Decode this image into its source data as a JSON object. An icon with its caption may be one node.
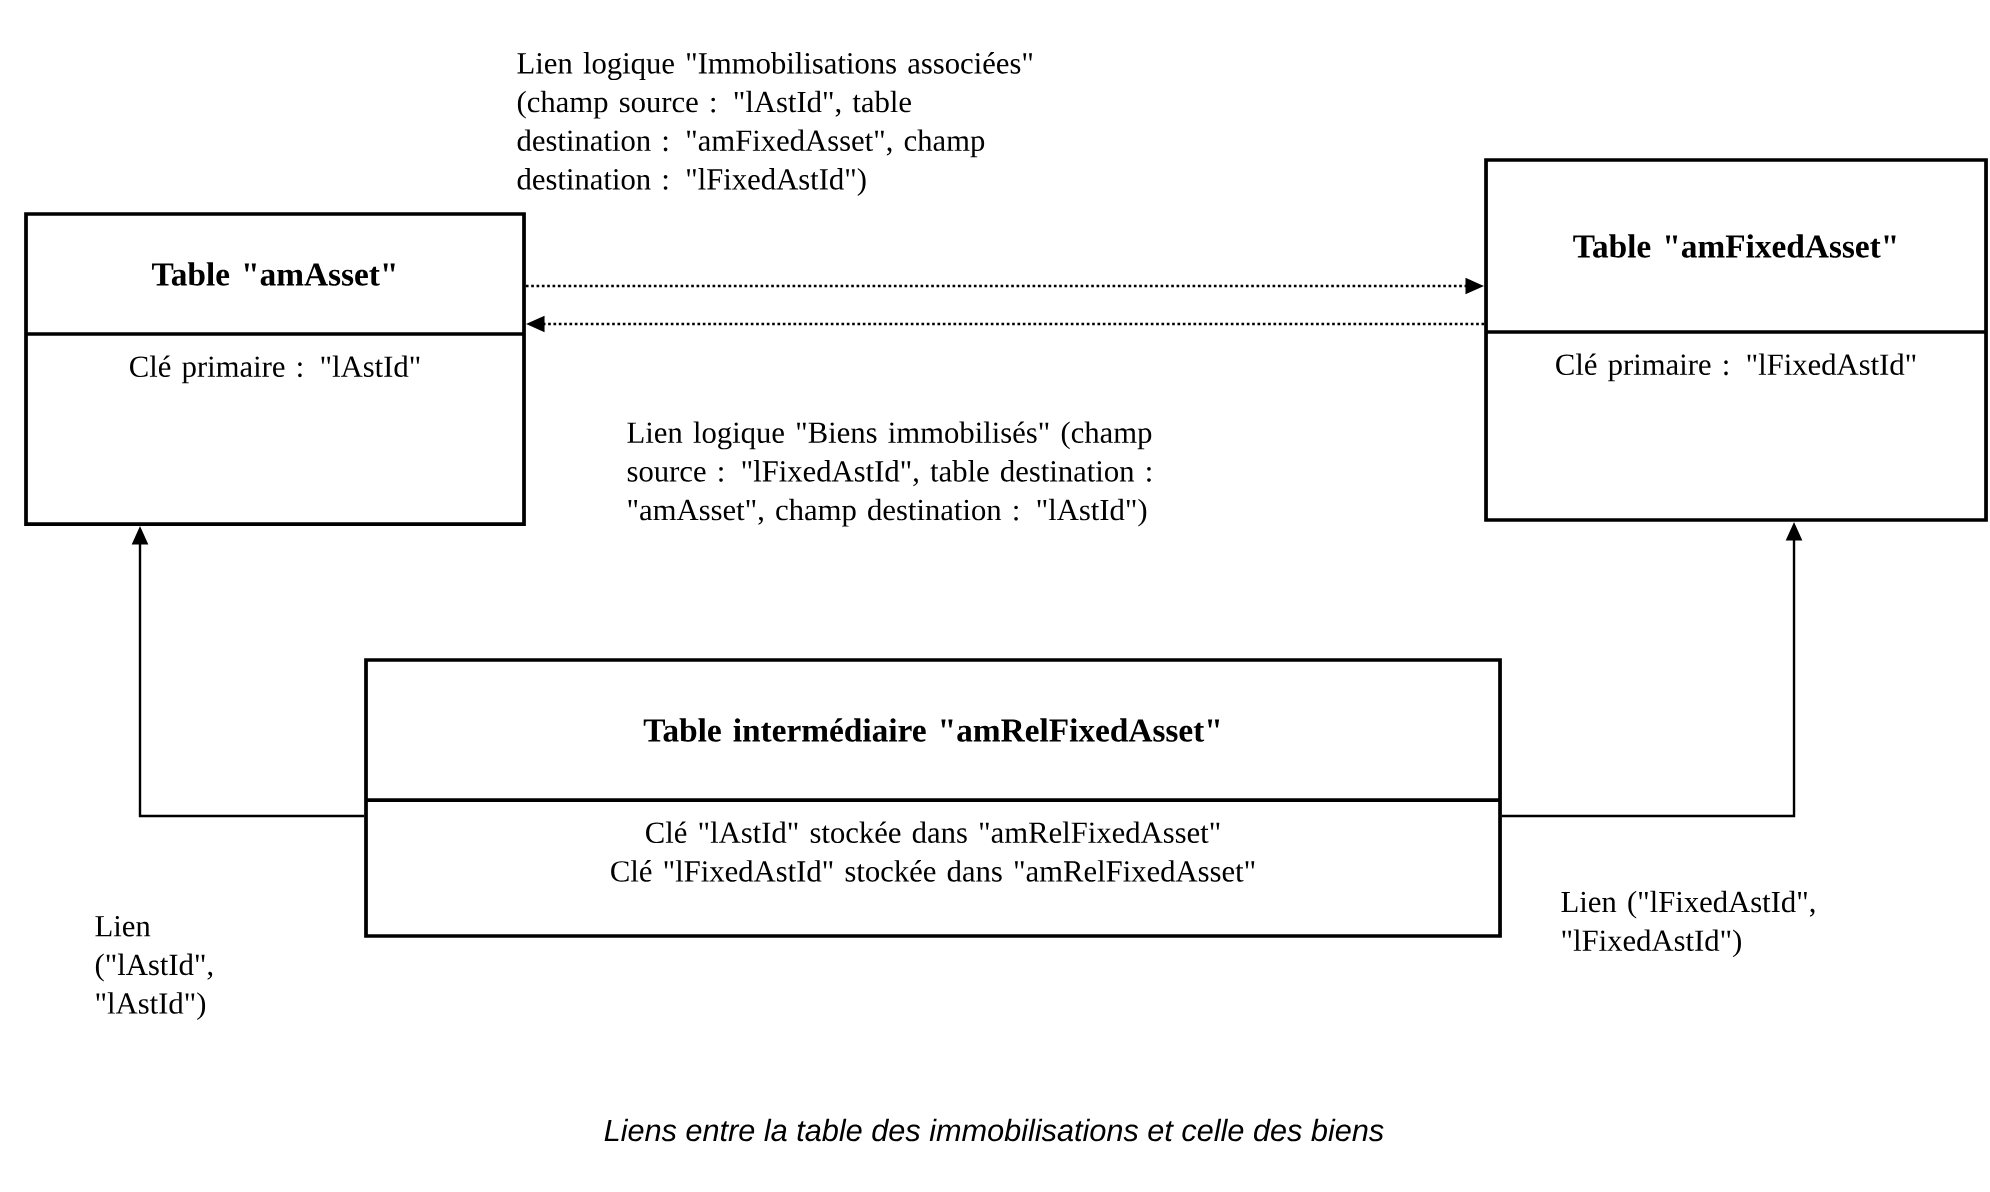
{
  "diagram": {
    "caption": "Liens entre la table des immobilisations et celle des biens",
    "nodes": [
      {
        "text": [
          "Table \"amAsset\"",
          "Clé primaire : \"lAstId\""
        ]
      },
      {
        "text": [
          "Table \"amFixedAsset\"",
          "Clé primaire : \"lFixedAstId\""
        ]
      },
      {
        "text": [
          "Table intermédiaire \"amRelFixedAsset\"",
          "Clé \"lAstId\" stockée dans \"amRelFixedAsset\"",
          "Clé \"lFixedAstId\" stockée dans \"amRelFixedAsset\""
        ]
      }
    ],
    "edges": [
      {
        "from": 0,
        "to": 1,
        "arrow": "to",
        "style": "dashed",
        "label": "Lien logique \"Immobilisations associées\" (champ source : \"lAstId\", table destination : \"amFixedAsset\", champ destination : \"lFixedAstId\")"
      },
      {
        "from": 1,
        "to": 0,
        "arrow": "to",
        "style": "dashed",
        "label": "Lien logique \"Biens immobilisés\" (champ source : \"lFixedAstId\", table destination : \"amAsset\", champ destination : \"lAstId\")"
      },
      {
        "from": 2,
        "to": 0,
        "arrow": "to",
        "label": "Lien (\"lAstId\", \"lAstId\")"
      },
      {
        "from": 2,
        "to": 1,
        "arrow": "to",
        "label": "Lien (\"lFixedAstId\", \"lFixedAstId\")"
      }
    ]
  }
}
